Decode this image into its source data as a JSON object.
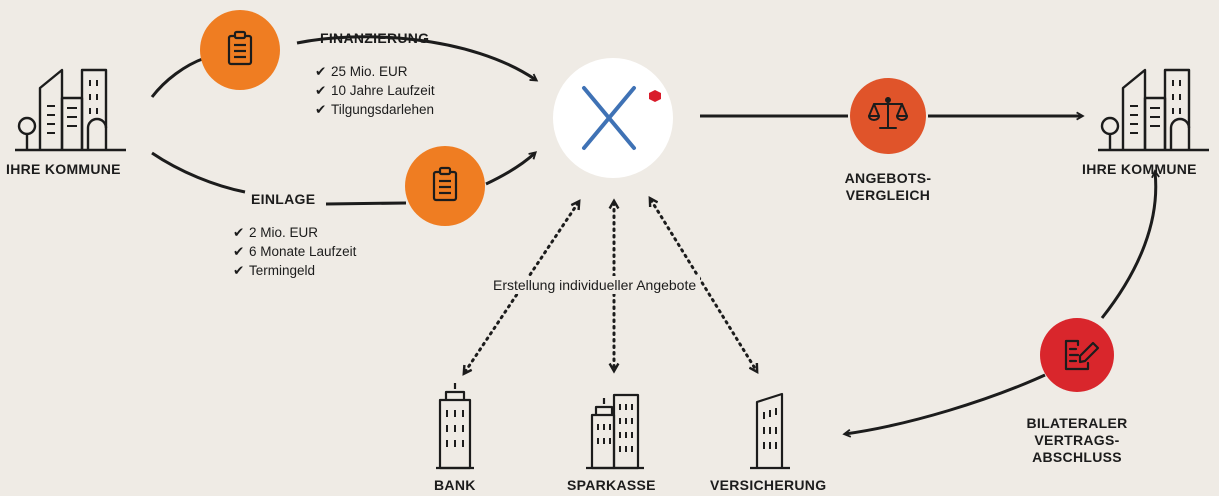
{
  "left_node": {
    "label": "IHRE KOMMUNE"
  },
  "right_node": {
    "label": "IHRE KOMMUNE"
  },
  "financing": {
    "title": "FINANZIERUNG",
    "items": [
      "25 Mio. EUR",
      "10 Jahre Laufzeit",
      "Tilgungsdarlehen"
    ]
  },
  "deposit": {
    "title": "EINLAGE",
    "items": [
      "2 Mio. EUR",
      "6 Monate Laufzeit",
      "Termingeld"
    ]
  },
  "comparison": {
    "label_line1": "ANGEBOTS-",
    "label_line2": "VERGLEICH"
  },
  "contract": {
    "label_line1": "BILATERALER",
    "label_line2": "VERTRAGS-",
    "label_line3": "ABSCHLUSS"
  },
  "offers_note": "Erstellung individueller Angebote",
  "institutions": {
    "bank": "BANK",
    "sparkasse": "SPARKASSE",
    "versicherung": "VERSICHERUNG"
  },
  "colors": {
    "background": "#efebe5",
    "orange": "#ef7d22",
    "red_orange": "#e0542a",
    "red": "#d9262c",
    "logo_blue": "#3f72b5",
    "logo_dot": "#d91c2b",
    "line": "#1c1c1c"
  },
  "icons": {
    "document": "document-icon",
    "scales": "scales-icon",
    "contract": "contract-sign-icon",
    "check": "✔"
  }
}
